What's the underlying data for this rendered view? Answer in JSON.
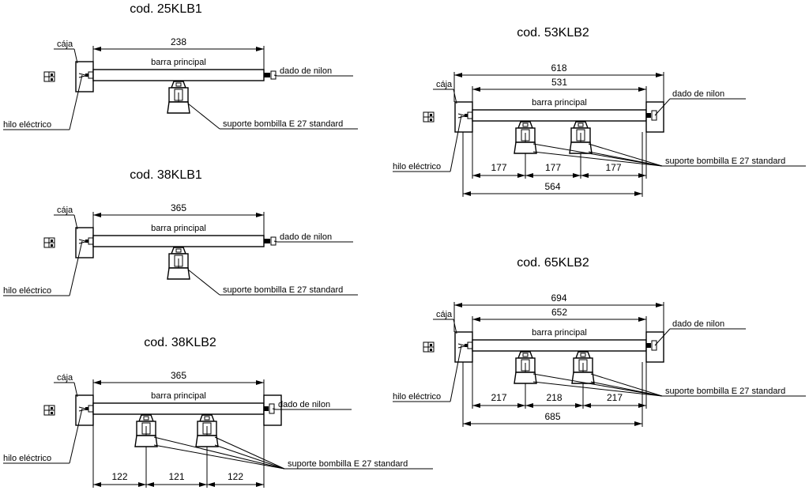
{
  "drawings": [
    {
      "code": "cod. 25KLB1",
      "type": "single",
      "dims": [
        "238"
      ],
      "labels": {
        "box": "cája",
        "wire": "hilo eléctrico",
        "bar": "barra principal",
        "nut": "dado de nilon",
        "socket": "suporte bombilla E 27 standard"
      }
    },
    {
      "code": "cod. 38KLB1",
      "type": "single",
      "dims": [
        "365"
      ],
      "labels": {
        "box": "cája",
        "wire": "hilo eléctrico",
        "bar": "barra principal",
        "nut": "dado de nilon",
        "socket": "suporte bombilla E 27 standard"
      }
    },
    {
      "code": "cod. 38KLB2",
      "type": "double",
      "dims": [
        "365",
        "122",
        "121",
        "122"
      ],
      "labels": {
        "box": "cája",
        "wire": "hilo eléctrico",
        "bar": "barra principal",
        "nut": "dado de nilon",
        "socket": "suporte bombilla E 27 standard"
      }
    },
    {
      "code": "cod. 53KLB2",
      "type": "double-full",
      "dims": [
        "531",
        "177",
        "177",
        "177",
        "618",
        "564"
      ],
      "labels": {
        "box": "cája",
        "wire": "hilo eléctrico",
        "bar": "barra principal",
        "nut": "dado de nilon",
        "socket": "suporte bombilla E 27 standard"
      }
    },
    {
      "code": "cod. 65KLB2",
      "type": "double-full",
      "dims": [
        "652",
        "217",
        "218",
        "217",
        "694",
        "685"
      ],
      "labels": {
        "box": "cája",
        "wire": "hilo eléctrico",
        "bar": "barra principal",
        "nut": "dado de nilon",
        "socket": "suporte bombilla E 27 standard"
      }
    }
  ]
}
